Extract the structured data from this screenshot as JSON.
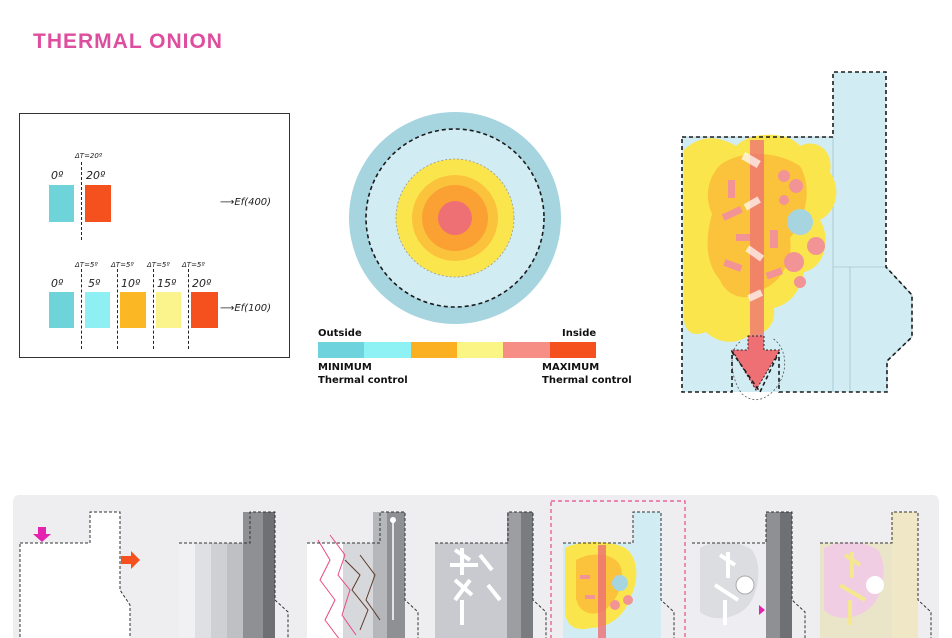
{
  "title": "THERMAL ONION",
  "legend": {
    "row1": {
      "delta_label": "ΔT=20º",
      "temps": [
        "0º",
        "20º"
      ],
      "colors": [
        "#6fd4da",
        "#f4511e"
      ],
      "ef": "Ef(400)"
    },
    "row2": {
      "delta_labels": [
        "ΔT=5º",
        "ΔT=5º",
        "ΔT=5º",
        "ΔT=5º"
      ],
      "temps": [
        "0º",
        "5º",
        "10º",
        "15º",
        "20º"
      ],
      "colors": [
        "#6fd4da",
        "#8ef0f2",
        "#fbb824",
        "#fbf38c",
        "#f4511e"
      ],
      "ef": "Ef(100)"
    }
  },
  "scale": {
    "outside_label": "Outside",
    "inside_label": "Inside",
    "min_label": "MINIMUM",
    "min_sub": "Thermal control",
    "max_label": "MAXIMUM",
    "max_sub": "Thermal control",
    "colors": [
      "#6ed3dc",
      "#8ef1f4",
      "#fbb021",
      "#fbf585",
      "#f78e86",
      "#f4511e"
    ]
  },
  "onion_colors": {
    "outer_ring": "#a6d5e0",
    "cool_zone": "#d2ecf4",
    "warm_outer": "#fbe54c",
    "warm_mid": "#fbc33c",
    "warm_inner": "#fba133",
    "core": "#ee6f74"
  },
  "accent": "#de4e9e"
}
